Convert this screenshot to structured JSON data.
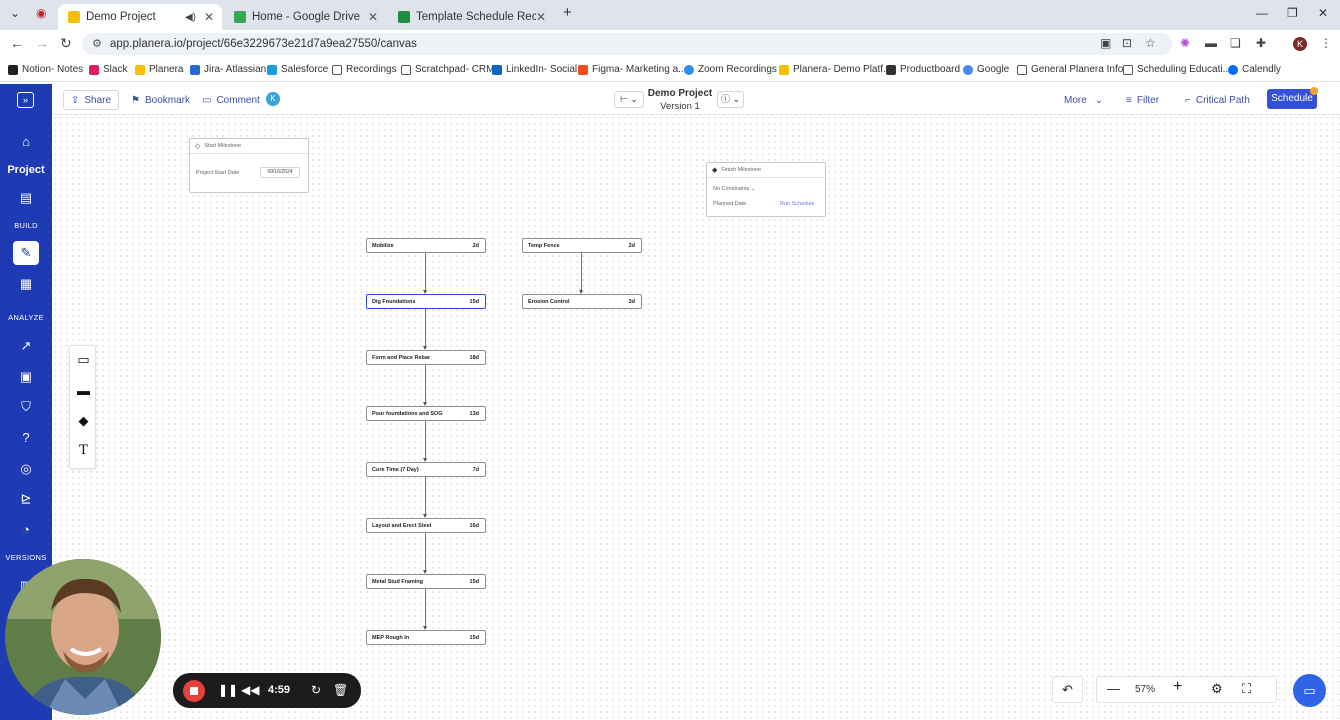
{
  "browser": {
    "tabs": [
      {
        "title": "Demo Project",
        "active": true
      },
      {
        "title": "Home - Google Drive",
        "active": false
      },
      {
        "title": "Template Schedule Recipes - Go",
        "active": false
      }
    ],
    "url": "app.planera.io/project/66e3229673e21d7a9ea27550/canvas",
    "profile_initial": "K",
    "bookmarks": [
      "Notion- Notes",
      "Slack",
      "Planera",
      "Jira- Atlassian",
      "Salesforce",
      "Recordings",
      "Scratchpad- CRM",
      "LinkedIn- Social",
      "Figma- Marketing a...",
      "Zoom Recordings",
      "Planera- Demo Platf...",
      "Productboard",
      "Google",
      "General Planera Info",
      "Scheduling Educati...",
      "Calendly"
    ]
  },
  "header": {
    "share": "Share",
    "bookmark": "Bookmark",
    "comment": "Comment",
    "user_initial": "K",
    "project_title": "Demo Project",
    "version": "Version 1",
    "more": "More",
    "filter": "Filter",
    "critical_path": "Critical Path",
    "schedule": "Schedule"
  },
  "sidebar": {
    "project_label": "Project",
    "build": "BUILD",
    "analyze": "ANALYZE",
    "versions": "VERSIONS"
  },
  "canvas": {
    "start_milestone": {
      "title": "Start Milestone",
      "field_label": "Project Start Date",
      "date": "09/16/2024"
    },
    "finish_milestone": {
      "title": "Finish Milestone",
      "constraint": "No Constraints",
      "field_label": "Planned Date",
      "action": "Run Schedule"
    },
    "tasks_col1": [
      {
        "name": "Mobilize",
        "duration": "2d"
      },
      {
        "name": "Dig Foundations",
        "duration": "15d"
      },
      {
        "name": "Form and Place Rebar",
        "duration": "18d"
      },
      {
        "name": "Pour foundations and SOG",
        "duration": "13d"
      },
      {
        "name": "Cure Time (7 Day)",
        "duration": "7d"
      },
      {
        "name": "Layout and Erect Steel",
        "duration": "16d"
      },
      {
        "name": "Metal Stud Framing",
        "duration": "15d"
      },
      {
        "name": "MEP Rough In",
        "duration": "15d"
      }
    ],
    "tasks_col2": [
      {
        "name": "Temp Fence",
        "duration": "2d"
      },
      {
        "name": "Erosion Control",
        "duration": "3d"
      }
    ]
  },
  "zoom": {
    "value": "57%"
  },
  "recorder": {
    "time": "4:59"
  }
}
